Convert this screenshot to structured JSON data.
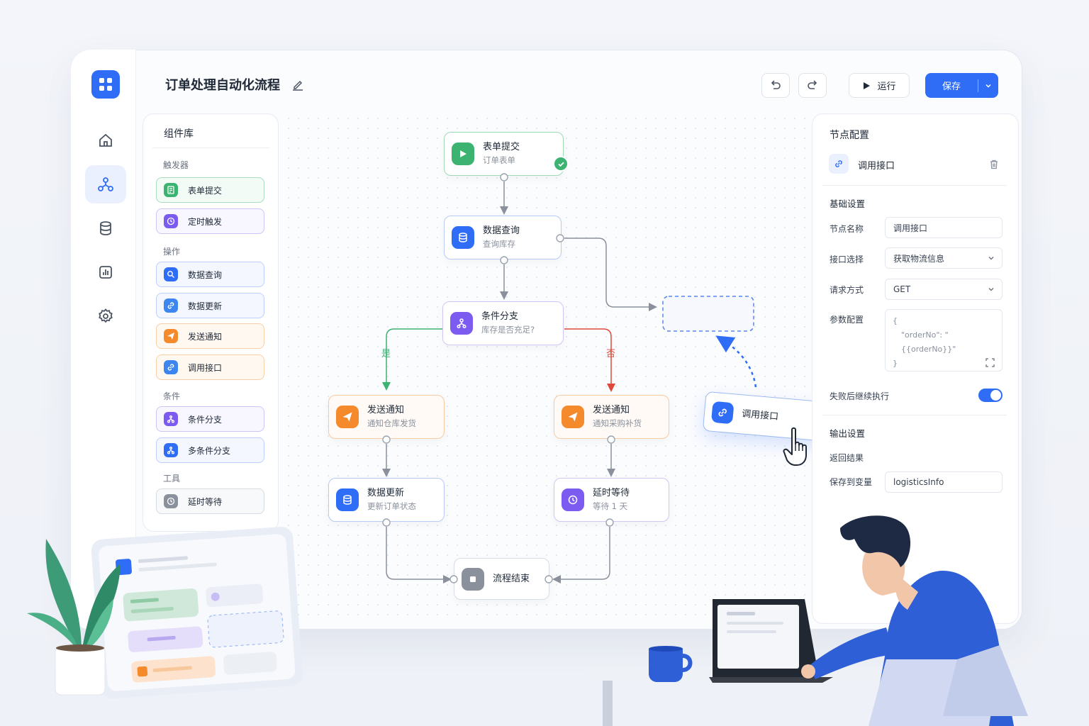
{
  "header": {
    "title": "订单处理自动化流程",
    "run_label": "运行",
    "save_label": "保存"
  },
  "library": {
    "title": "组件库",
    "sections": {
      "triggers": "触发器",
      "actions": "操作",
      "conditions": "条件",
      "tools": "工具"
    },
    "items": [
      "表单提交",
      "定时触发",
      "数据查询",
      "数据更新",
      "发送通知",
      "调用接口",
      "条件分支",
      "多条件分支",
      "延时等待"
    ]
  },
  "flow": {
    "nodes": [
      {
        "title": "表单提交",
        "sub": "订单表单"
      },
      {
        "title": "数据查询",
        "sub": "查询库存"
      },
      {
        "title": "条件分支",
        "sub": "库存是否充足?"
      },
      {
        "title": "发送通知",
        "sub": "通知仓库发货"
      },
      {
        "title": "发送通知",
        "sub": "通知采购补货"
      },
      {
        "title": "数据更新",
        "sub": "更新订单状态"
      },
      {
        "title": "延时等待",
        "sub": "等待 1 天"
      },
      {
        "title": "流程结束"
      }
    ],
    "yes_label": "是",
    "no_label": "否",
    "dragging_label": "调用接口"
  },
  "config": {
    "title": "节点配置",
    "node_name": "调用接口",
    "basic_title": "基础设置",
    "fields": [
      {
        "label": "节点名称",
        "value": "调用接口"
      },
      {
        "label": "接口选择",
        "value": "获取物流信息"
      },
      {
        "label": "请求方式",
        "value": "GET"
      }
    ],
    "params_label": "参数配置",
    "params_lines": [
      "{",
      "\"orderNo\": \"{{orderNo}}\"",
      "}"
    ],
    "continue_label": "失败后继续执行",
    "continue_on": true,
    "output_title": "输出设置",
    "return_label": "返回结果",
    "save_var_label": "保存到变量",
    "save_var_value": "logisticsInfo"
  },
  "colors": {
    "primary": "#2f6df6",
    "green": "#3cb371",
    "purple": "#7c5cf0",
    "orange": "#f58a2c",
    "red": "#e0483a"
  }
}
